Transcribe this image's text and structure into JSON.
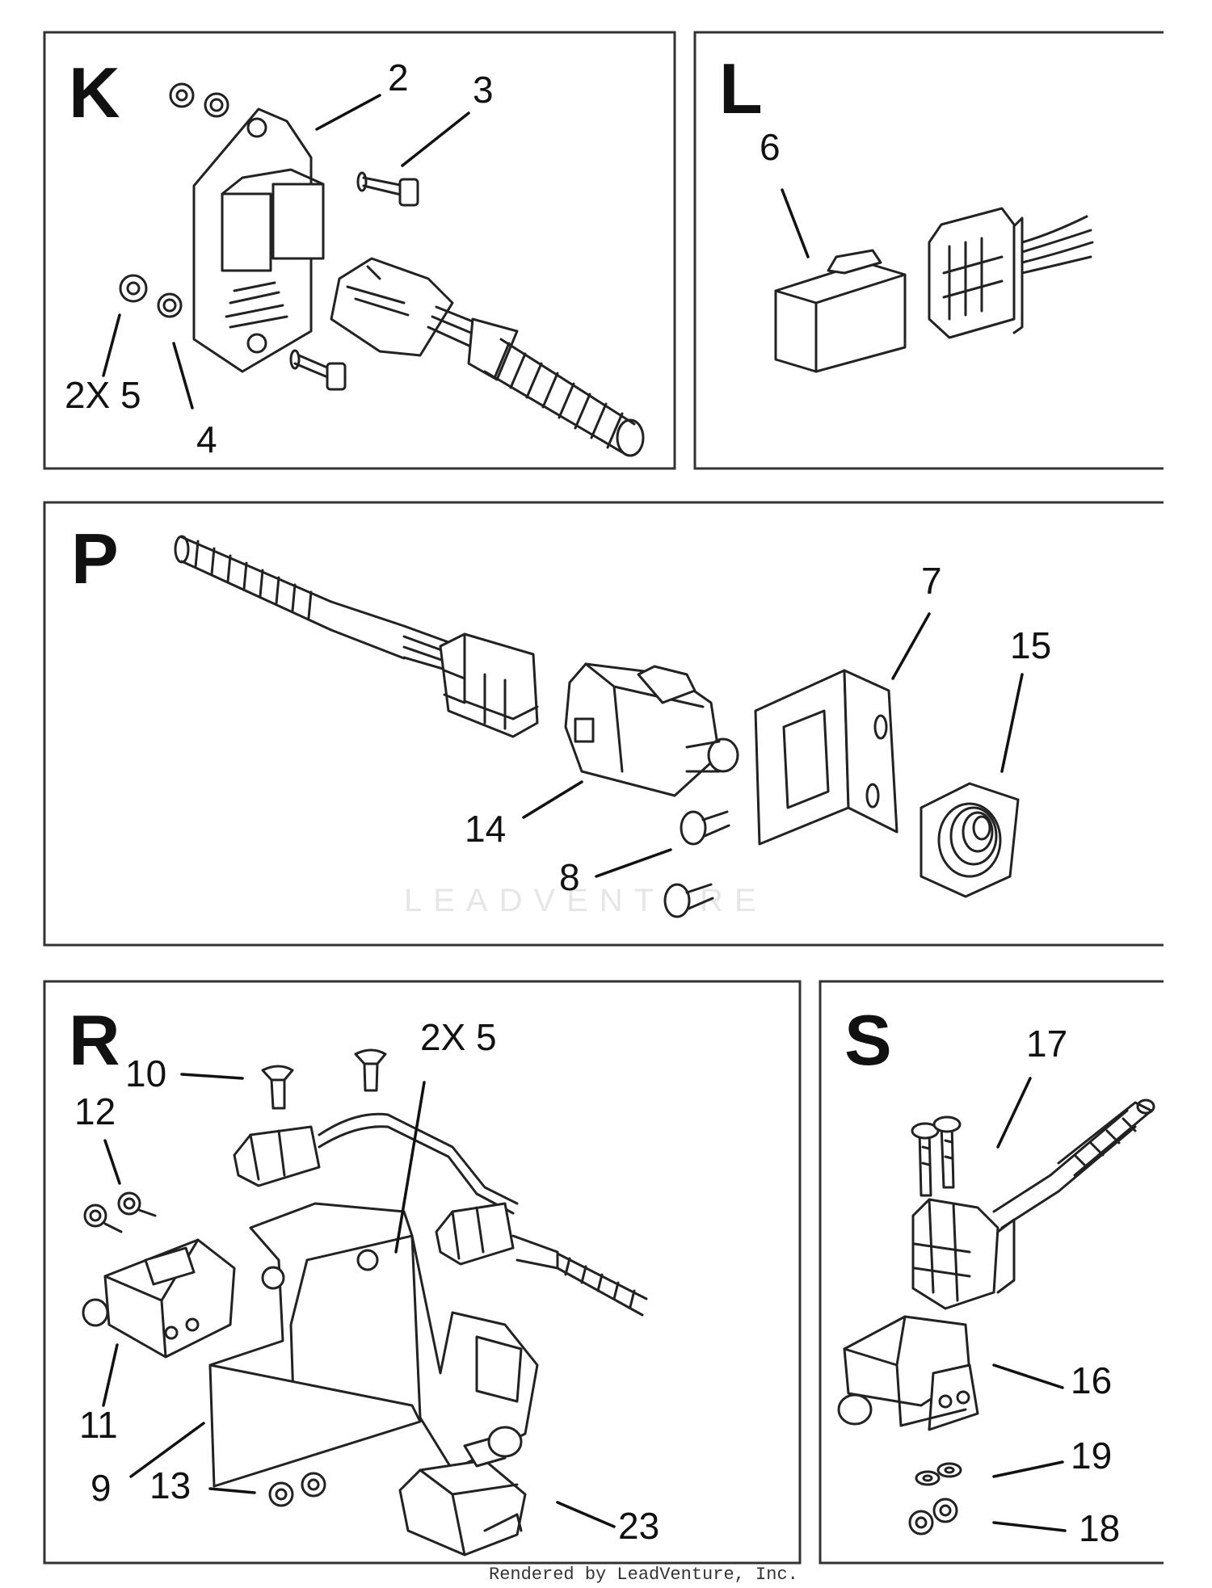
{
  "panels": {
    "K": {
      "letter": "K",
      "callouts": {
        "c2": "2",
        "c3": "3",
        "c2x5": "2X 5",
        "c4": "4"
      }
    },
    "L": {
      "letter": "L",
      "callouts": {
        "c6": "6"
      }
    },
    "P": {
      "letter": "P",
      "callouts": {
        "c7": "7",
        "c15": "15",
        "c14": "14",
        "c8": "8"
      }
    },
    "R": {
      "letter": "R",
      "callouts": {
        "c10": "10",
        "c2x5": "2X 5",
        "c12": "12",
        "c11": "11",
        "c9": "9",
        "c13": "13",
        "c23": "23"
      }
    },
    "S": {
      "letter": "S",
      "callouts": {
        "c17": "17",
        "c16": "16",
        "c19": "19",
        "c18": "18"
      }
    }
  },
  "watermark": "LEADVENTURE",
  "footer": "Rendered by LeadVenture, Inc."
}
